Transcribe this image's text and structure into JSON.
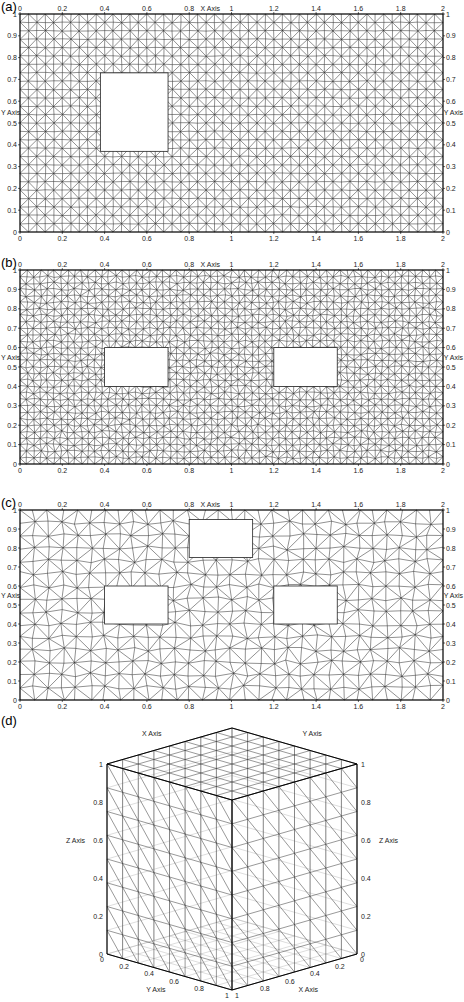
{
  "diagram": {
    "labels": [
      "(a)",
      "X Axis",
      "Y Axis",
      "Y Axis",
      "0",
      "0.2",
      "0.4",
      "0.6",
      "0.8",
      "1",
      "1.2",
      "1.4",
      "1.6",
      "1.8",
      "2",
      "0",
      "0.2",
      "0.4",
      "0.6",
      "0.8",
      "1",
      "1.2",
      "1.4",
      "1.6",
      "1.8",
      "2",
      "0",
      "0.1",
      "0.2",
      "0.3",
      "0.4",
      "0.5",
      "0.6",
      "0.7",
      "0.8",
      "0.9",
      "1",
      "0",
      "0.1",
      "0.2",
      "0.3",
      "0.4",
      "0.5",
      "0.6",
      "0.7",
      "0.8",
      "0.9",
      "1",
      "(b)",
      "X Axis",
      "Y Axis",
      "Y Axis",
      "0",
      "0.2",
      "0.4",
      "0.6",
      "0.8",
      "1",
      "1.2",
      "1.4",
      "1.6",
      "1.8",
      "2",
      "0",
      "0.2",
      "0.4",
      "0.6",
      "0.8",
      "1",
      "1.2",
      "1.4",
      "1.6",
      "1.8",
      "2",
      "0",
      "0.1",
      "0.2",
      "0.3",
      "0.4",
      "0.5",
      "0.6",
      "0.7",
      "0.8",
      "0.9",
      "1",
      "0",
      "0.1",
      "0.2",
      "0.3",
      "0.4",
      "0.5",
      "0.6",
      "0.7",
      "0.8",
      "0.9",
      "1",
      "(c)",
      "X Axis",
      "Y Axis",
      "Y Axis",
      "0",
      "0.2",
      "0.4",
      "0.6",
      "0.8",
      "1",
      "1.2",
      "1.4",
      "1.6",
      "1.8",
      "2",
      "0",
      "0.2",
      "0.4",
      "0.6",
      "0.8",
      "1",
      "1.2",
      "1.4",
      "1.6",
      "1.8",
      "2",
      "0",
      "0.1",
      "0.2",
      "0.3",
      "0.4",
      "0.5",
      "0.6",
      "0.7",
      "0.8",
      "0.9",
      "1",
      "0",
      "0.1",
      "0.2",
      "0.3",
      "0.4",
      "0.5",
      "0.6",
      "0.7",
      "0.8",
      "0.9",
      "1",
      "(d)",
      "X Axis",
      "Y Axis",
      "Z Axis",
      "Z Axis",
      "X Axis",
      "Y Axis",
      "0",
      "0.2",
      "0.4",
      "0.6",
      "0.8",
      "1",
      "0",
      "0.2",
      "0.4",
      "0.6",
      "0.8",
      "1",
      "0",
      "0.2",
      "0.4",
      "0.6",
      "0.8",
      "1",
      "0",
      "0.2",
      "0.4",
      "0.6",
      "0.8",
      "1"
    ]
  }
}
